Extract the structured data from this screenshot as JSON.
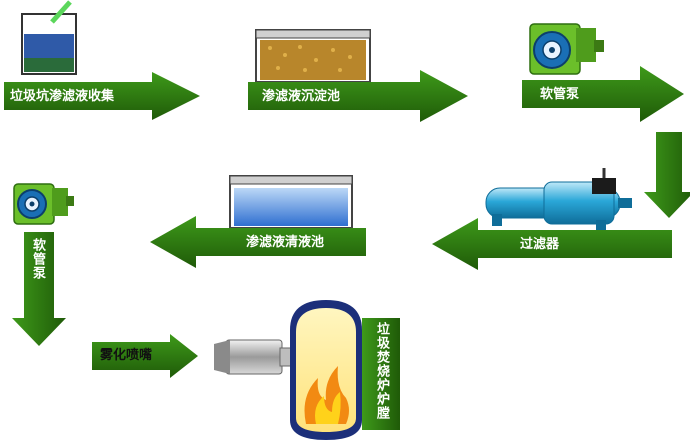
{
  "colors": {
    "arrow_green": "#2f7d12",
    "arrow_green_dark": "#1f5a08",
    "pump_green": "#6bbf2a",
    "pump_blue": "#1a6fb5",
    "liquid_blue": "#3b7fd6",
    "sediment_brown": "#b8862b",
    "filter_cyan": "#2aa7d8",
    "furnace_navy": "#1c2f7a",
    "furnace_yellow": "#ffe88a",
    "flame_orange": "#f28a12"
  },
  "steps": {
    "collect": "垃圾坑渗滤液收集",
    "settling_tank": "渗滤液沉淀池",
    "pump1": "软管泵",
    "filter": "过滤器",
    "clear_tank": "渗滤液清液池",
    "pump2": "软管泵",
    "atomize": "雾化喷嘴",
    "furnace": "垃圾焚烧炉炉膛"
  },
  "icons": {
    "collection_tank": "leachate-collection-tank-icon",
    "settling_tank": "settling-tank-icon",
    "pump": "hose-pump-icon",
    "filter": "filter-icon",
    "clear_tank": "clear-liquid-tank-icon",
    "nozzle": "atomizing-nozzle-icon",
    "furnace": "incinerator-furnace-icon",
    "flame": "flame-icon"
  }
}
